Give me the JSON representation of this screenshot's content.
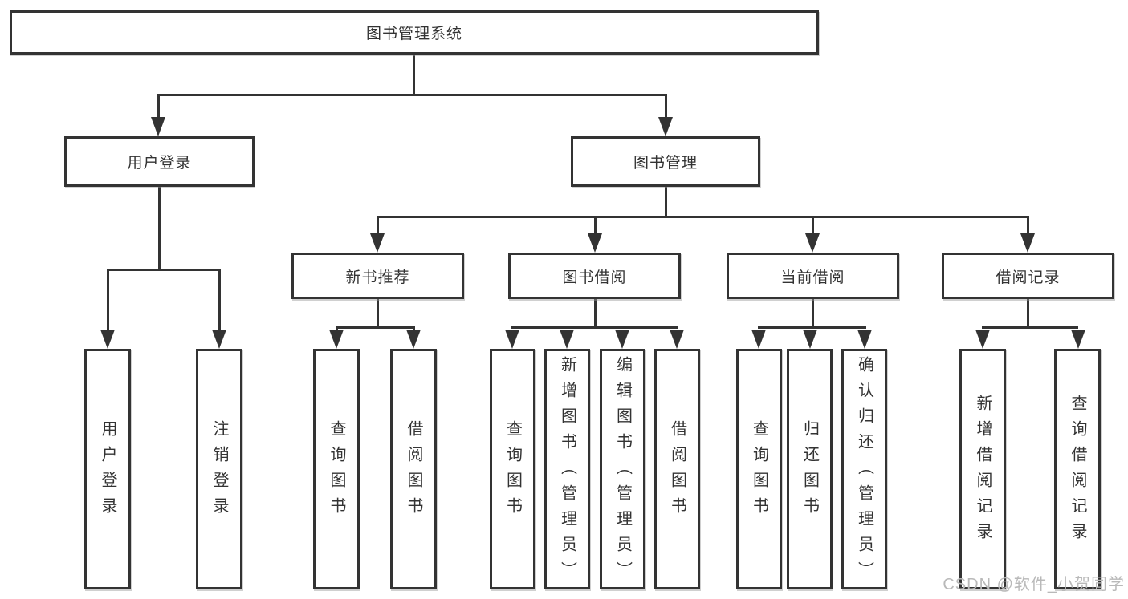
{
  "diagram": {
    "root": {
      "label": "图书管理系统"
    },
    "level2": [
      {
        "id": "user-login",
        "label": "用户登录"
      },
      {
        "id": "book-management",
        "label": "图书管理"
      }
    ],
    "level3": [
      {
        "id": "new-book-recommend",
        "label": "新书推荐"
      },
      {
        "id": "book-borrow",
        "label": "图书借阅"
      },
      {
        "id": "current-borrow",
        "label": "当前借阅"
      },
      {
        "id": "borrow-records",
        "label": "借阅记录"
      }
    ],
    "leaves": [
      {
        "group": "user-login",
        "label": "用户登录"
      },
      {
        "group": "user-login",
        "label": "注销登录"
      },
      {
        "group": "new-book-recommend",
        "label": "查询图书"
      },
      {
        "group": "new-book-recommend",
        "label": "借阅图书"
      },
      {
        "group": "book-borrow",
        "label": "查询图书"
      },
      {
        "group": "book-borrow",
        "label": "新增图书（管理员）"
      },
      {
        "group": "book-borrow",
        "label": "编辑图书（管理员）"
      },
      {
        "group": "book-borrow",
        "label": "借阅图书"
      },
      {
        "group": "current-borrow",
        "label": "查询图书"
      },
      {
        "group": "current-borrow",
        "label": "归还图书"
      },
      {
        "group": "current-borrow",
        "label": "确认归还（管理员）"
      },
      {
        "group": "borrow-records",
        "label": "新增借阅记录"
      },
      {
        "group": "borrow-records",
        "label": "查询借阅记录"
      }
    ]
  },
  "watermark": {
    "text": "CSDN @软件_小贺同学",
    "color": "#b9b9b9"
  },
  "colors": {
    "line": "#333333",
    "border": "#333333",
    "text": "#333333",
    "background": "#ffffff"
  }
}
